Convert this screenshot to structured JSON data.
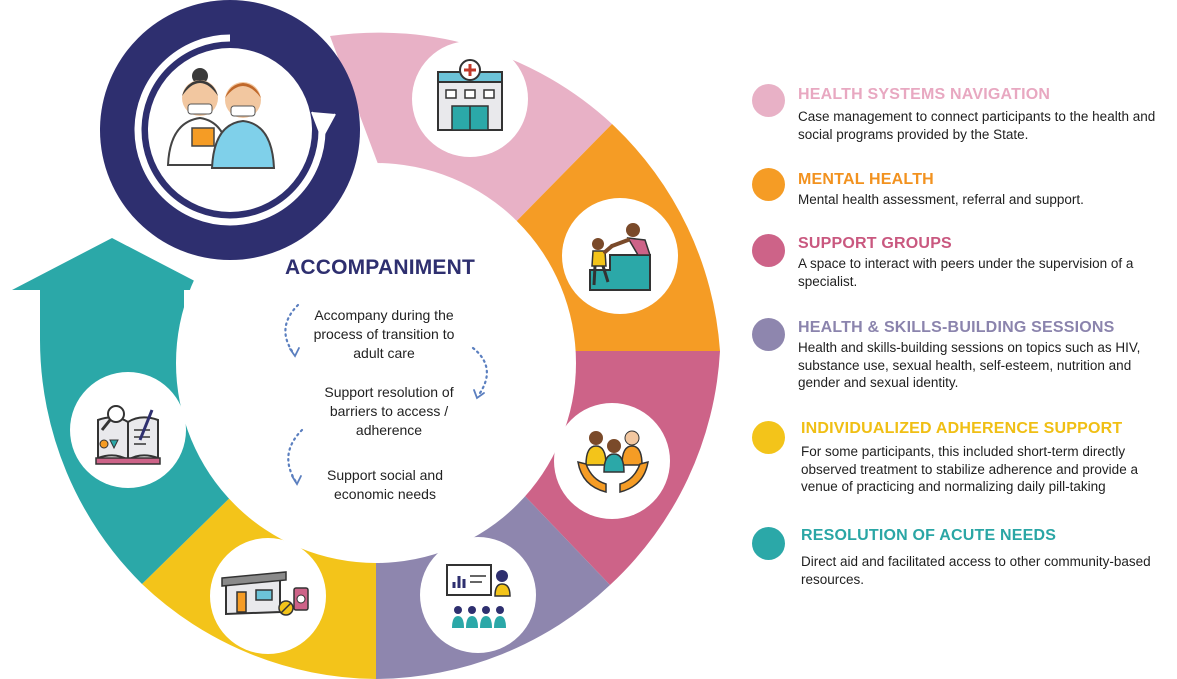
{
  "center": {
    "title": "ACCOMPANIMENT",
    "items": [
      "Accompany during the process of transition to adult care",
      "Support resolution of barriers to access / adherence",
      "Support social and economic needs"
    ]
  },
  "legend": [
    {
      "title": "HEALTH SYSTEMS NAVIGATION",
      "color": "#e8b1c6",
      "title_color": "#e8a8c1",
      "desc": "Case management to connect participants to the health and social programs provided by the State."
    },
    {
      "title": "MENTAL HEALTH",
      "color": "#f59c25",
      "title_color": "#f2921f",
      "desc": "Mental health assessment, referral and support."
    },
    {
      "title": "SUPPORT GROUPS",
      "color": "#cd6388",
      "title_color": "#c9587f",
      "desc": "A space to interact with peers under the supervision of a specialist."
    },
    {
      "title": "HEALTH & SKILLS-BUILDING SESSIONS",
      "color": "#8e86ae",
      "title_color": "#8b84ad",
      "desc": "Health and skills-building sessions on topics such as HIV, substance use, sexual health, self-esteem, nutrition and gender and sexual identity."
    },
    {
      "title": "INDIVIDUALIZED ADHERENCE SUPPORT",
      "color": "#f3c41a",
      "title_color": "#f0bf14",
      "desc": "For some participants, this included short-term directly observed treatment to stabilize adherence and provide a venue of practicing and normalizing daily pill-taking"
    },
    {
      "title": "RESOLUTION OF ACUTE NEEDS",
      "color": "#2ba8a8",
      "title_color": "#2aa6a5",
      "desc": "Direct aid and facilitated access to other community-based resources."
    }
  ],
  "colors": {
    "navy": "#2e2f6f",
    "teal": "#2ba8a8"
  }
}
